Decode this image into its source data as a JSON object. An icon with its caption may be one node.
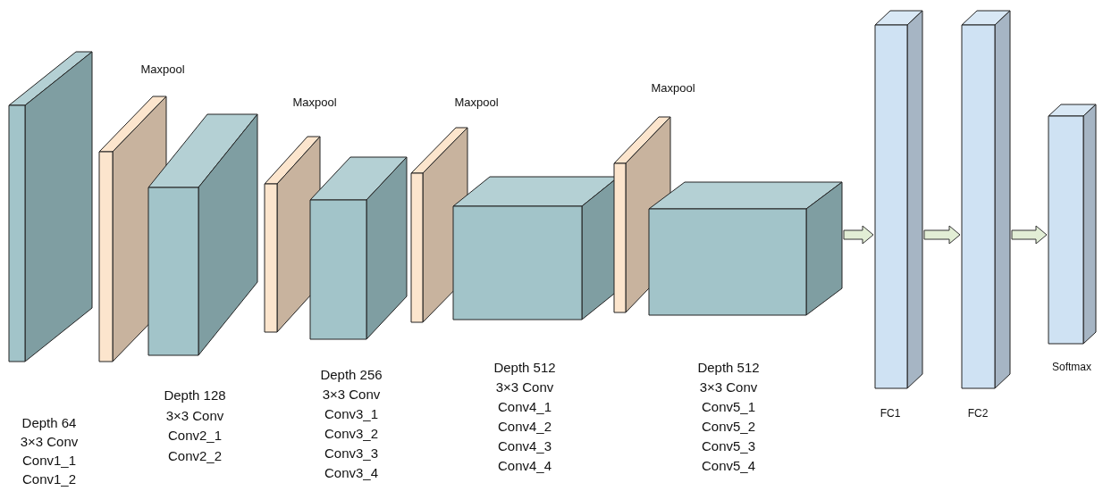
{
  "diagram": {
    "nodes": [
      {
        "text": [],
        "shape": "box",
        "beside": [
          "Depth 64",
          "3×3 Conv",
          "Conv1_1",
          "Conv1_2"
        ]
      },
      {
        "text": [
          "Maxpool"
        ]
      },
      {
        "text": [],
        "shape": "box",
        "beside": [
          "Depth 128",
          "3×3 Conv",
          "Conv2_1",
          "Conv2_2"
        ]
      },
      {
        "text": [
          "Maxpool"
        ]
      },
      {
        "text": [],
        "shape": "box",
        "beside": [
          "Depth 256",
          "3×3 Conv",
          "Conv3_1",
          "Conv3_2",
          "Conv3_3",
          "Conv3_4"
        ]
      },
      {
        "text": [
          "Maxpool"
        ]
      },
      {
        "text": [],
        "shape": "box",
        "beside": [
          "Depth 512",
          "3×3 Conv",
          "Conv4_1",
          "Conv4_2",
          "Conv4_3",
          "Conv4_4"
        ]
      },
      {
        "text": [
          "Maxpool"
        ]
      },
      {
        "text": [],
        "shape": "box",
        "beside": [
          "Depth 512",
          "3×3 Conv",
          "Conv5_1",
          "Conv5_2",
          "Conv5_3",
          "Conv5_4"
        ]
      },
      {
        "text": [
          "FC1"
        ]
      },
      {
        "text": [
          "FC2"
        ]
      },
      {
        "text": [
          "Softmax"
        ]
      }
    ],
    "edges": [
      {
        "from": 8,
        "to": 9,
        "arrow": "to"
      },
      {
        "from": 9,
        "to": 10,
        "arrow": "to"
      },
      {
        "from": 10,
        "to": 11,
        "arrow": "to"
      }
    ]
  }
}
